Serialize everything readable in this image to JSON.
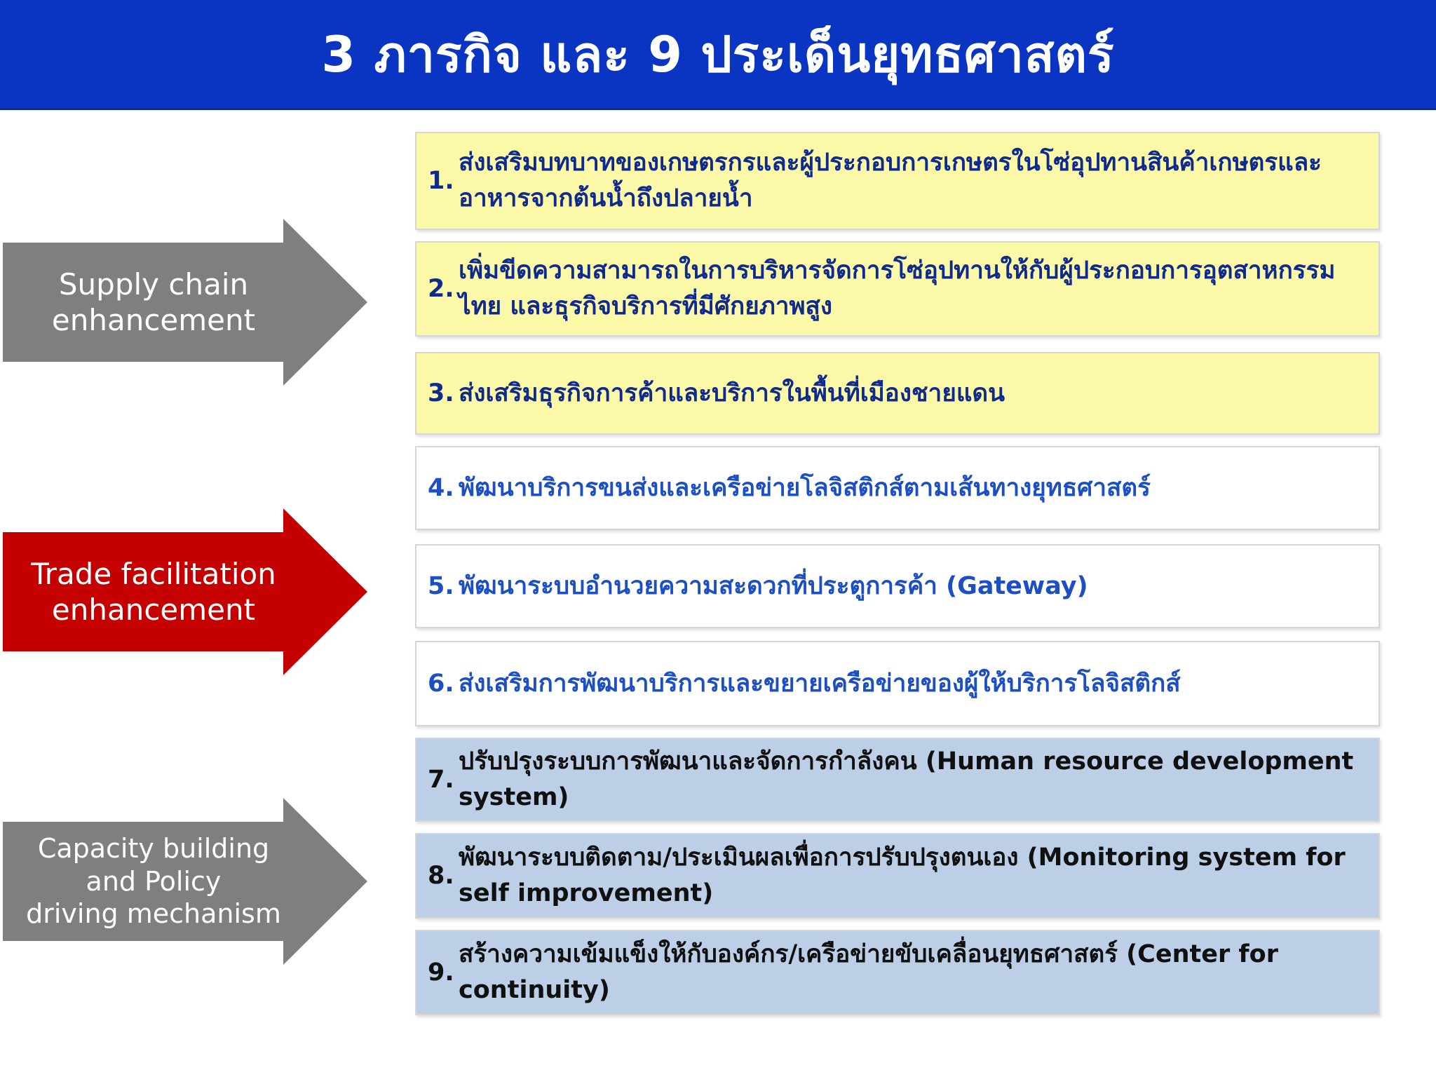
{
  "title": "3 ภารกิจ และ 9 ประเด็นยุทธศาสตร์",
  "colors": {
    "title_bg": "#0a35c2",
    "arrow_gray": "#7f7f7f",
    "arrow_red": "#c40000",
    "yellow_box": "#fbf9a7",
    "white_box": "#ffffff",
    "blue_box": "#bccfe6",
    "navy_text": "#0f2a8c",
    "blue_text": "#1d4fc4"
  },
  "missions": [
    {
      "label": "Supply chain\nenhancement",
      "color": "#7f7f7f"
    },
    {
      "label": "Trade facilitation\nenhancement",
      "color": "#c40000"
    },
    {
      "label": "Capacity building\nand Policy\ndriving  mechanism",
      "color": "#7f7f7f"
    }
  ],
  "strategies": [
    {
      "num": "1.",
      "text": "ส่งเสริมบทบาทของเกษตรกรและผู้ประกอบการเกษตรในโซ่อุปทานสินค้าเกษตรและอาหารจากต้นน้ำถึงปลายน้ำ"
    },
    {
      "num": "2.",
      "text": "เพิ่มขีดความสามารถในการบริหารจัดการโซ่อุปทานให้กับผู้ประกอบการอุตสาหกรรมไทย และธุรกิจบริการที่มีศักยภาพสูง"
    },
    {
      "num": "3.",
      "text": "ส่งเสริมธุรกิจการค้าและบริการในพื้นที่เมืองชายแดน"
    },
    {
      "num": "4.",
      "text": "พัฒนาบริการขนส่งและเครือข่ายโลจิสติกส์ตามเส้นทางยุทธศาสตร์"
    },
    {
      "num": "5.",
      "text": "พัฒนาระบบอำนวยความสะดวกที่ประตูการค้า (Gateway)"
    },
    {
      "num": "6.",
      "text": "ส่งเสริมการพัฒนาบริการและขยายเครือข่ายของผู้ให้บริการโลจิสติกส์"
    },
    {
      "num": "7.",
      "text": "ปรับปรุงระบบการพัฒนาและจัดการกำลังคน (Human resource development system)"
    },
    {
      "num": "8.",
      "text": "พัฒนาระบบติดตาม/ประเมินผลเพื่อการปรับปรุงตนเอง (Monitoring system for self improvement)"
    },
    {
      "num": "9.",
      "text": "สร้างความเข้มแข็งให้กับองค์กร/เครือข่ายขับเคลื่อนยุทธศาสตร์ (Center for continuity)"
    }
  ]
}
